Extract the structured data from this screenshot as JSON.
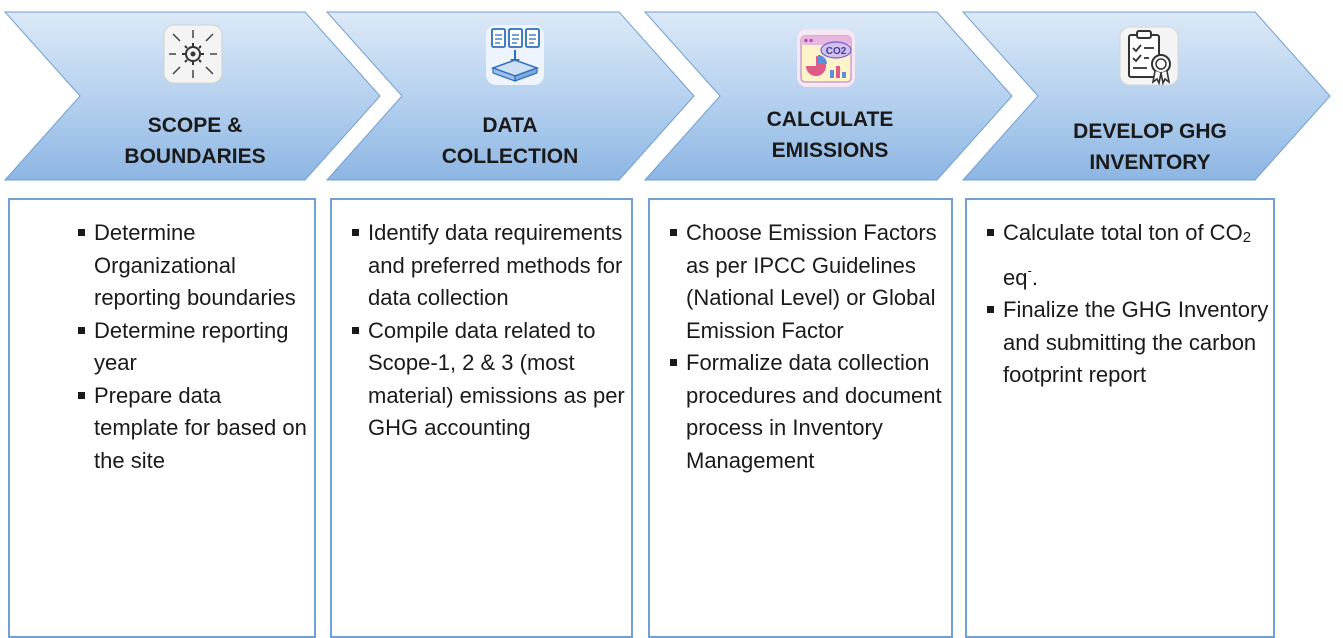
{
  "steps": [
    {
      "title_lines": [
        "SCOPE &",
        "BOUNDARIES"
      ],
      "icon": "settings-network-icon",
      "bullets": [
        "Determine Organizational reporting boundaries",
        "Determine reporting year",
        "Prepare data template for based on the site"
      ]
    },
    {
      "title_lines": [
        "DATA",
        "COLLECTION"
      ],
      "icon": "document-collection-icon",
      "bullets": [
        "Identify data requirements and preferred methods for data collection",
        "Compile data related to Scope-1, 2 & 3 (most material) emissions as per GHG accounting"
      ]
    },
    {
      "title_lines": [
        "CALCULATE",
        "EMISSIONS"
      ],
      "icon": "co2-analytics-icon",
      "bullets": [
        "Choose Emission Factors as per IPCC Guidelines (National Level) or Global Emission Factor",
        "Formalize data collection procedures and document process in Inventory Management"
      ]
    },
    {
      "title_lines": [
        "DEVELOP GHG",
        "INVENTORY"
      ],
      "icon": "certified-report-icon",
      "bullets": [
        {
          "pre": "Calculate total ton of CO",
          "sub": "2",
          "post": " eq",
          "sup": "-",
          "end": "."
        },
        "Finalize the GHG Inventory and submitting the carbon footprint report"
      ]
    }
  ],
  "colors": {
    "chevron_top": "#dce9f7",
    "chevron_bottom": "#8db6e3",
    "chevron_edge": "#6f9fd4",
    "panel_border": "#6fa0d6",
    "text": "#1a1a1a"
  }
}
